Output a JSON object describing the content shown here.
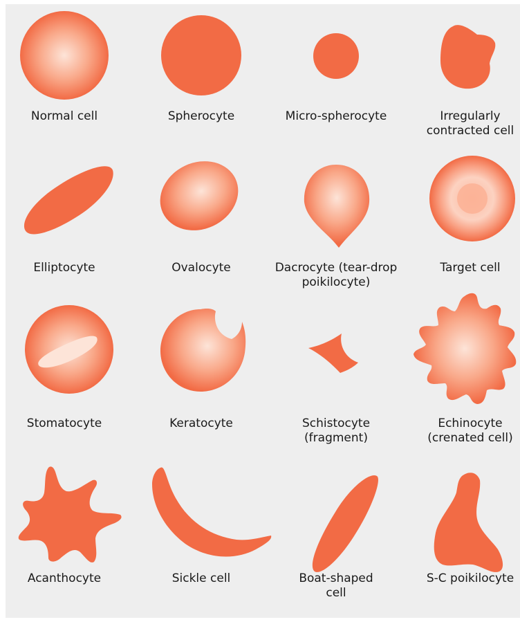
{
  "colors": {
    "cell_fill": "#f26b45",
    "cell_highlight": "#fde4d8",
    "background": "#eeeeee"
  },
  "cells": [
    {
      "name": "normal-cell",
      "label": "Normal cell"
    },
    {
      "name": "spherocyte",
      "label": "Spherocyte"
    },
    {
      "name": "micro-spherocyte",
      "label": "Micro-spherocyte"
    },
    {
      "name": "irregularly-contracted-cell",
      "label": "Irregularly\ncontracted cell"
    },
    {
      "name": "elliptocyte",
      "label": "Elliptocyte"
    },
    {
      "name": "ovalocyte",
      "label": "Ovalocyte"
    },
    {
      "name": "dacrocyte",
      "label": "Dacrocyte (tear-drop\npoikilocyte)"
    },
    {
      "name": "target-cell",
      "label": "Target cell"
    },
    {
      "name": "stomatocyte",
      "label": "Stomatocyte"
    },
    {
      "name": "keratocyte",
      "label": "Keratocyte"
    },
    {
      "name": "schistocyte",
      "label": "Schistocyte\n(fragment)"
    },
    {
      "name": "echinocyte",
      "label": "Echinocyte\n(crenated cell)"
    },
    {
      "name": "acanthocyte",
      "label": "Acanthocyte"
    },
    {
      "name": "sickle-cell",
      "label": "Sickle cell"
    },
    {
      "name": "boat-shaped-cell",
      "label": "Boat-shaped\ncell"
    },
    {
      "name": "s-c-poikilocyte",
      "label": "S-C poikilocyte"
    }
  ]
}
